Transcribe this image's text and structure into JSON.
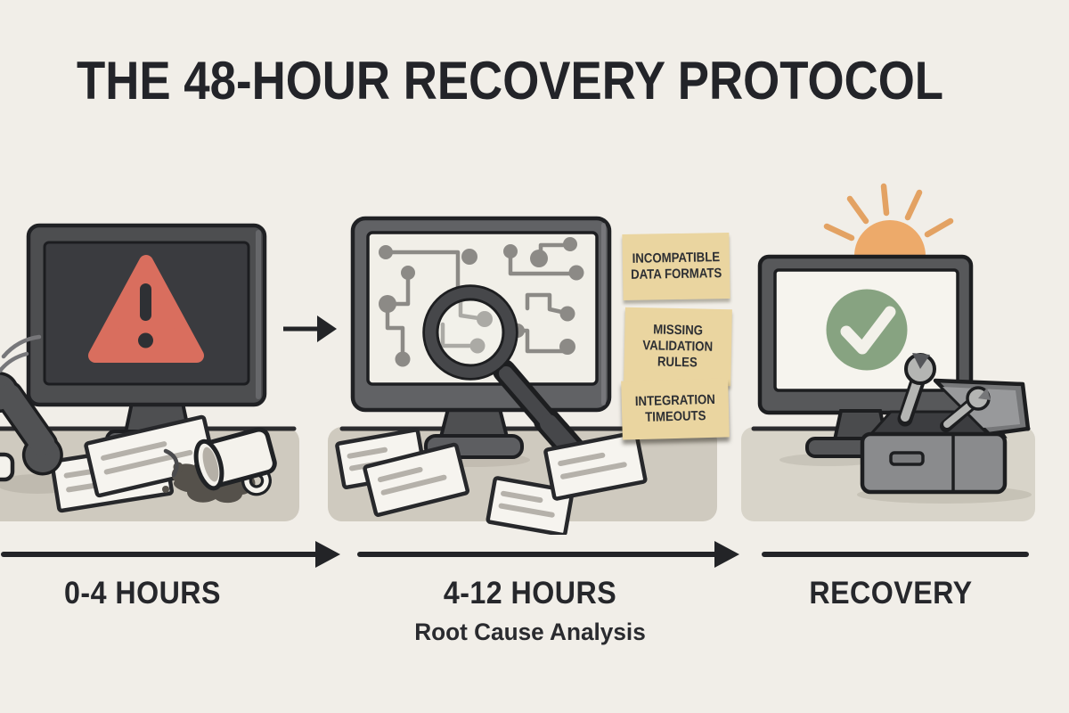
{
  "title": "THE 48-HOUR RECOVERY PROTOCOL",
  "timeline": {
    "stages": [
      {
        "label": "0-4 HOURS"
      },
      {
        "label": "4-12 HOURS",
        "sublabel": "Root Cause Analysis"
      },
      {
        "label": "RECOVERY"
      }
    ]
  },
  "sticky_notes": [
    {
      "lines": [
        "INCOMPATIBLE",
        "DATA FORMATS"
      ]
    },
    {
      "lines": [
        "MISSING",
        "VALIDATION",
        "RULES"
      ]
    },
    {
      "lines": [
        "INTEGRATION",
        "TIMEOUTS"
      ]
    }
  ],
  "icons": {
    "scene1": [
      "alert-monitor-icon",
      "warning-triangle-icon",
      "phone-handset-icon",
      "scattered-papers-icon",
      "spilled-mug-icon",
      "arrow-right-icon"
    ],
    "scene2": [
      "flowchart-monitor-icon",
      "magnifier-icon",
      "scattered-papers-icon",
      "sticky-note-icon"
    ],
    "scene3": [
      "check-monitor-icon",
      "checkmark-circle-icon",
      "sun-icon",
      "toolbox-icon",
      "wrench-icon"
    ]
  },
  "colors": {
    "background": "#f1eee8",
    "ink": "#26272b",
    "alert_red": "#d96e5e",
    "success_green": "#87a381",
    "sun_orange": "#edaa6a",
    "sticky_note": "#ead5a0",
    "desk": "#cfcabf",
    "monitor_dark": "#4d4e50",
    "screen_dark": "#3a3b3f",
    "screen_light": "#f1efe8",
    "circuit_gray": "#8c8a86"
  }
}
